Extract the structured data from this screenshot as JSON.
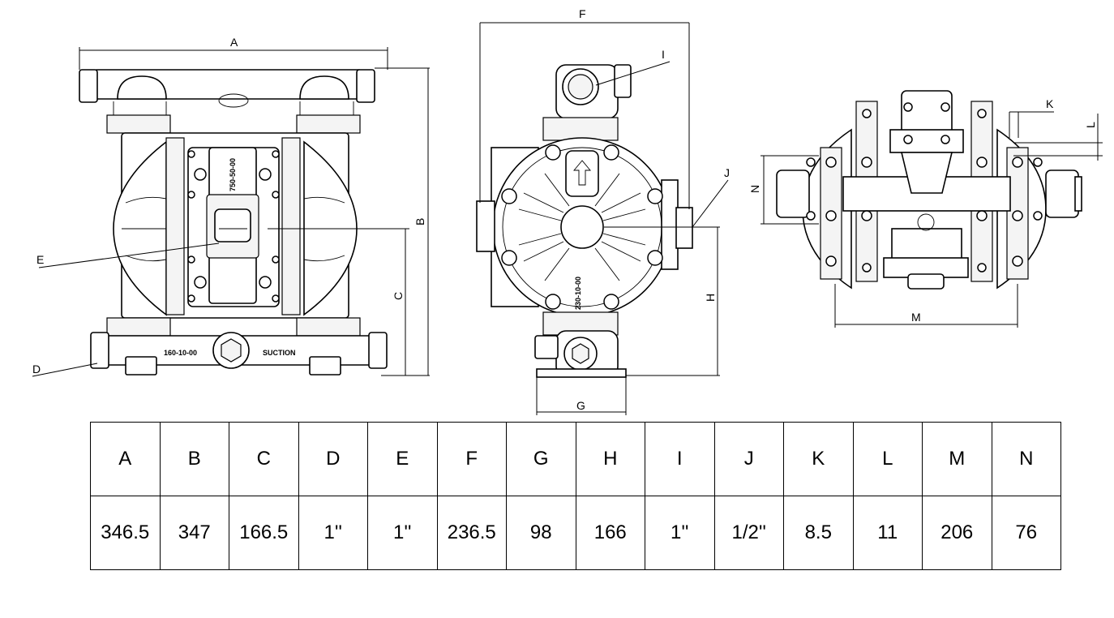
{
  "drawing": {
    "callouts": {
      "A": "A",
      "B": "B",
      "C": "C",
      "D": "D",
      "E": "E",
      "F": "F",
      "G": "G",
      "H": "H",
      "I": "I",
      "J": "J",
      "K": "K",
      "L": "L",
      "M": "M",
      "N": "N"
    },
    "markings": {
      "left_manifold_part": "160-10-00",
      "left_manifold_text": "SUCTION",
      "left_center_part": "750-50-00",
      "side_cover_part": "230-10-00"
    }
  },
  "table": {
    "headers": [
      "A",
      "B",
      "C",
      "D",
      "E",
      "F",
      "G",
      "H",
      "I",
      "J",
      "K",
      "L",
      "M",
      "N"
    ],
    "values": [
      "346.5",
      "347",
      "166.5",
      "1''",
      "1''",
      "236.5",
      "98",
      "166",
      "1''",
      "1/2''",
      "8.5",
      "11",
      "206",
      "76"
    ]
  }
}
